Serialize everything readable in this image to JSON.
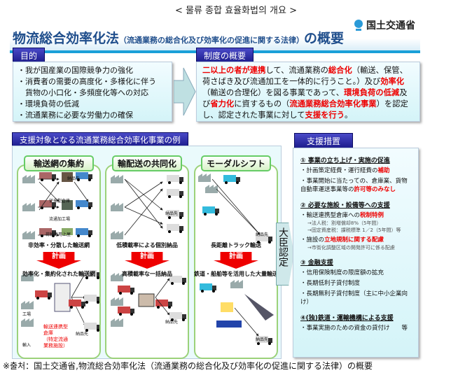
{
  "caption": "< 물류 종합 효율화법의 개요 >",
  "title": {
    "main": "物流総合効率化法",
    "sub": "（流通業務の総合化及び効率化の促進に関する法律）",
    "suffix": "の概要"
  },
  "logo": {
    "text": "国土交通省"
  },
  "purpose": {
    "tab": "目的",
    "items": [
      "・我が国産業の国際競争力の強化",
      "・消費者の需要の高度化・多様化に伴う",
      "　貨物の小口化・多頻度化等への対応",
      "・環境負荷の低減",
      "・流通業務に必要な労働力の確保"
    ]
  },
  "overview": {
    "tab": "制度の概要",
    "segments": [
      {
        "t": "二以上の者が連携",
        "red": true
      },
      {
        "t": "して、流通業務の",
        "red": false
      },
      {
        "t": "総合化",
        "red": true
      },
      {
        "t": "（輸送、保管、荷さばき及び流通加工を一体的に行うこと。）及び",
        "red": false
      },
      {
        "t": "効率化",
        "red": true
      },
      {
        "t": "（輸送の合理化）を図る事業であって、",
        "red": false
      },
      {
        "t": "環境負荷の低減",
        "red": true
      },
      {
        "t": "及び",
        "red": false
      },
      {
        "t": "省力化",
        "red": true
      },
      {
        "t": "に資するもの（",
        "red": false
      },
      {
        "t": "流通業務総合効率化事業",
        "red": true
      },
      {
        "t": "）を認定し、認定された事業に対して",
        "red": false
      },
      {
        "t": "支援を行う",
        "red": true
      },
      {
        "t": "。",
        "red": false
      }
    ]
  },
  "examples": {
    "tab": "支援対象となる流通業務総合効率化事業の例",
    "plan_label": "計画",
    "panels": [
      {
        "title": "輸送網の集約",
        "before": "非効率・分散した輸送網",
        "after": "効率化・集約化された輸送網",
        "labels": [
          "納品先",
          "従来型倉庫",
          "流通加工場",
          "荷物専用上屋",
          "工場",
          "輸入",
          "納品先"
        ],
        "warehouse": [
          "輸送連携型",
          "倉庫",
          "（特定流通",
          "業務施設）"
        ]
      },
      {
        "title": "輸配送の共同化",
        "before": "低積載率による個別納品",
        "after": "高積載率な一括納品",
        "labels": [
          "納品先",
          "納品先"
        ]
      },
      {
        "title": "モーダルシフト",
        "before": "長距離トラック輸送",
        "after": "鉄道・船舶等を活用した大量輸送",
        "labels": [
          "納品先",
          "納品先"
        ]
      }
    ]
  },
  "approval": "大臣認定",
  "support": {
    "tab": "支援措置",
    "sections": [
      {
        "heading": "① 事業の立ち上げ・実施の促進",
        "items": [
          {
            "pre": "・計画策定経費・運行経費の",
            "red": "補助",
            "post": ""
          },
          {
            "pre": "・事業開始に当たっての、倉庫業、貨物自動車運送事業等の",
            "red": "許可等のみなし",
            "post": ""
          }
        ],
        "notes": []
      },
      {
        "heading": "② 必要な施設・設備等への支援",
        "items": [
          {
            "pre": "・輸送連携型倉庫への",
            "red": "税制特例",
            "post": ""
          }
        ],
        "notes": [
          "→法人税：割増償却8%（5年間）",
          "→固定資産税：課税標準 1／2（5年間）等"
        ],
        "items2": [
          {
            "pre": "・施設の",
            "red": "立地規制に関する配慮",
            "post": ""
          }
        ],
        "notes2": [
          "→市街化調整区域の開発許可に係る配慮"
        ]
      },
      {
        "heading": "③ 金融支援",
        "items": [
          {
            "pre": "・信用保険制度の限度額の拡充",
            "red": "",
            "post": ""
          },
          {
            "pre": "・長期低利子貸付制度",
            "red": "",
            "post": ""
          },
          {
            "pre": "・長期無利子貸付制度（主に中小企業向け）",
            "red": "",
            "post": ""
          }
        ],
        "notes": []
      },
      {
        "heading": "④(独)鉄道・運輸機構による支援",
        "items": [
          {
            "pre": "・事業実施のための資金の貸付け　　等",
            "red": "",
            "post": ""
          }
        ],
        "notes": []
      }
    ]
  },
  "footnote": "※출처：国土交通省,物流総合効率化法（流通業務の総合化及び効率化の促進に関する法律）の概要"
}
